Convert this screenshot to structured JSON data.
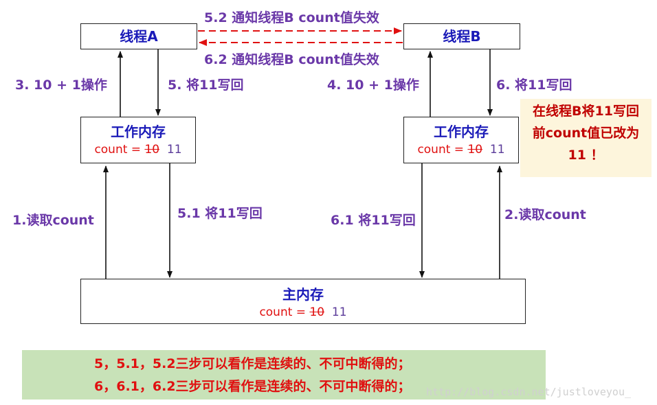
{
  "thread_a": {
    "title": "线程A",
    "memory_title": "工作内存",
    "count_prefix": "count = ",
    "old_value": "10",
    "new_value": "11"
  },
  "thread_b": {
    "title": "线程B",
    "memory_title": "工作内存",
    "count_prefix": "count = ",
    "old_value": "10",
    "new_value": "11"
  },
  "main_memory": {
    "title": "主内存",
    "count_prefix": "count = ",
    "old_value": "10",
    "new_value": "11"
  },
  "labels": {
    "notify_b_52": "5.2 通知线程B count值失效",
    "notify_b_62": "6.2 通知线程B count值失效",
    "a_op": "3. 10 + 1操作",
    "a_write": "5. 将11写回",
    "b_op": "4. 10 + 1操作",
    "b_write": "6. 将11写回",
    "a_read": "1.读取count",
    "a_write_main": "5.1 将11写回",
    "b_write_main": "6.1 将11写回",
    "b_read": "2.读取count"
  },
  "note": {
    "line1": "在线程B将11写回",
    "line2": "前count值已改为",
    "line3": "11 ！"
  },
  "summary": {
    "line1": "5，5.1，5.2三步可以看作是连续的、不可中断得的；",
    "line2": "6，6.1，6.2三步可以看作是连续的、不可中断得的；"
  },
  "watermark": "http://blog.csdn.net/justloveyou_",
  "colors": {
    "title": "#1a1ab8",
    "label": "#6a38a8",
    "red": "#e01010",
    "note_bg": "#fdf5dc",
    "summary_bg": "#c8e2b8"
  }
}
